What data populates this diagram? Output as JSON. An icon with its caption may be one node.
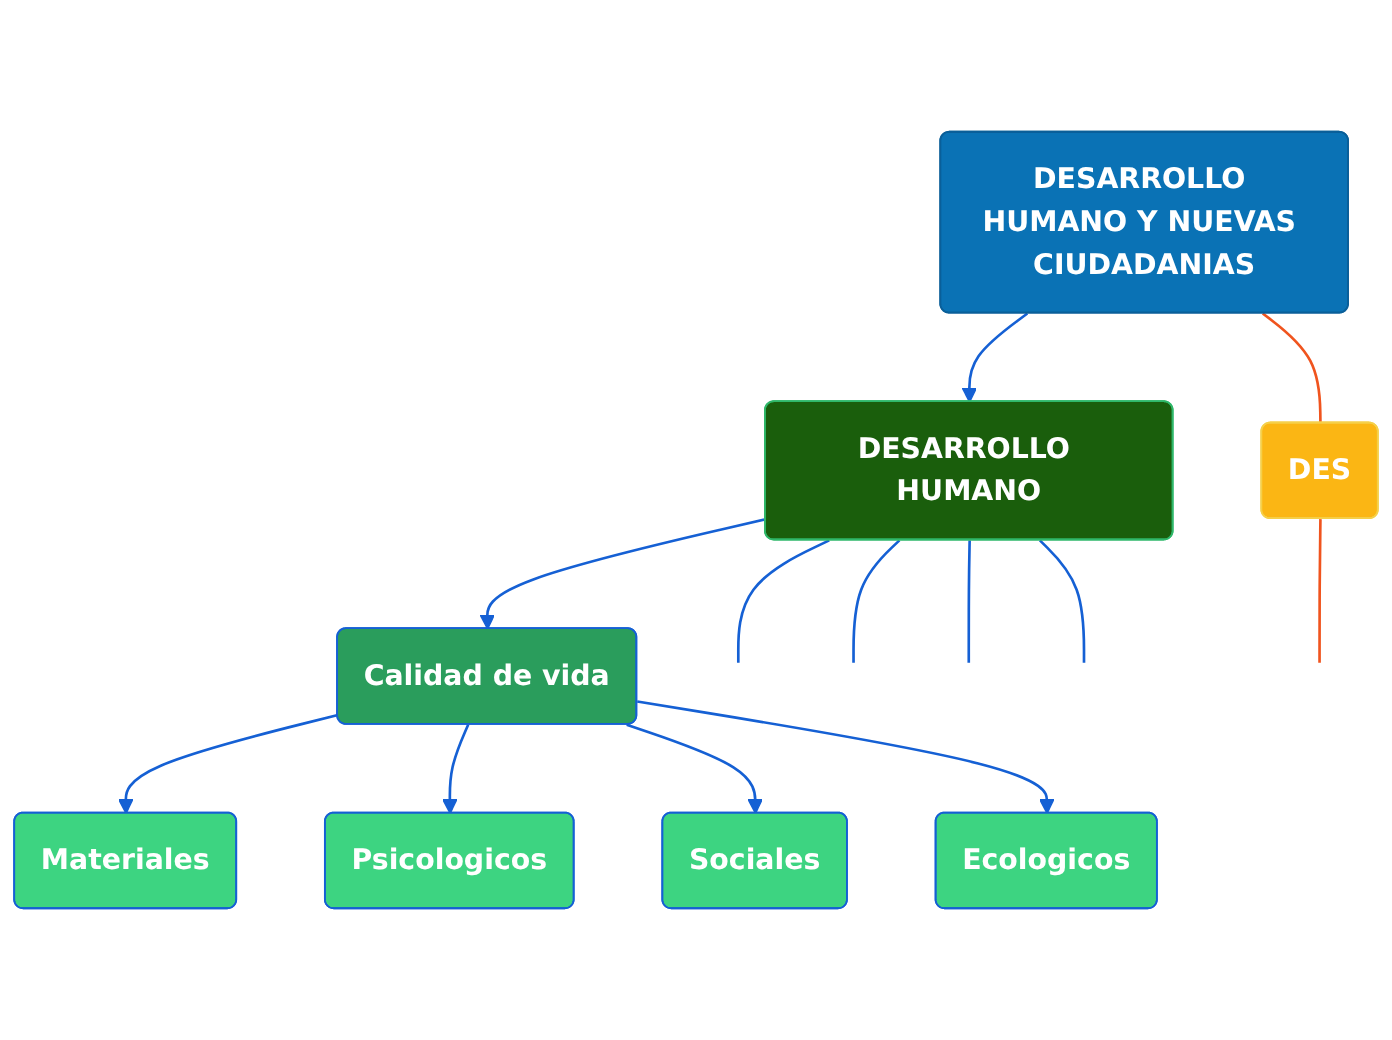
{
  "diagram": {
    "nodes": [
      {
        "text": [
          "DESARROLLO HUMANO Y NUEVAS CIUDADANIAS"
        ]
      },
      {
        "text": [
          "DESARROLLO HUMANO"
        ]
      },
      {
        "text": [
          "Calidad de vida"
        ]
      },
      {
        "text": [
          "Materiales"
        ]
      },
      {
        "text": [
          "Psicologicos"
        ]
      },
      {
        "text": [
          "Sociales"
        ]
      },
      {
        "text": [
          "Ecologicos"
        ]
      },
      {
        "text": [
          "DES"
        ]
      }
    ],
    "edges": [
      {
        "from": 0,
        "to": 1,
        "arrow": "to"
      },
      {
        "from": 1,
        "to": 2,
        "arrow": "to"
      },
      {
        "from": 2,
        "to": 3,
        "arrow": "to"
      },
      {
        "from": 2,
        "to": 4,
        "arrow": "to"
      },
      {
        "from": 2,
        "to": 5,
        "arrow": "to"
      },
      {
        "from": 2,
        "to": 6,
        "arrow": "to"
      },
      {
        "from": 0,
        "to": 7,
        "arrow": "none",
        "color": "#f0541e"
      },
      {
        "from": 1,
        "to": null,
        "arrow": "none"
      },
      {
        "from": 1,
        "to": null,
        "arrow": "none"
      },
      {
        "from": 1,
        "to": null,
        "arrow": "none"
      },
      {
        "from": 1,
        "to": null,
        "arrow": "none"
      },
      {
        "from": 7,
        "to": null,
        "arrow": "none",
        "color": "#f0541e"
      }
    ]
  }
}
